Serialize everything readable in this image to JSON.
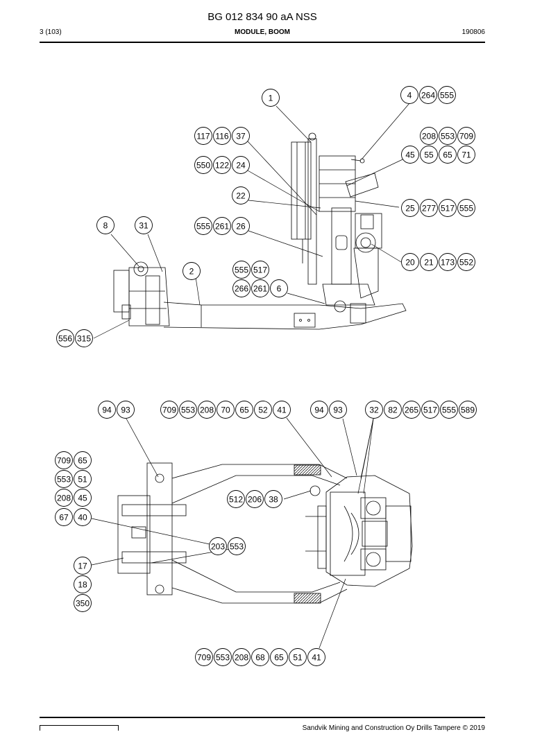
{
  "header": {
    "title": "BG 012 834 90 aA NSS",
    "page": "3 (103)",
    "section": "MODULE, BOOM",
    "date": "190806"
  },
  "footer": {
    "copyright": "Sandvik Mining and Construction Oy Drills Tampere © 2019"
  },
  "callouts": [
    {
      "id": "c1",
      "items": [
        "1"
      ]
    },
    {
      "id": "c2",
      "items": [
        "4",
        "264",
        "555"
      ]
    },
    {
      "id": "c3",
      "items": [
        "117",
        "116",
        "37"
      ]
    },
    {
      "id": "c4",
      "items": [
        "208",
        "553",
        "709"
      ]
    },
    {
      "id": "c5",
      "items": [
        "45",
        "55",
        "65",
        "71"
      ]
    },
    {
      "id": "c6",
      "items": [
        "550",
        "122",
        "24"
      ]
    },
    {
      "id": "c7",
      "items": [
        "22"
      ]
    },
    {
      "id": "c8",
      "items": [
        "25",
        "277",
        "517",
        "555"
      ]
    },
    {
      "id": "c9",
      "items": [
        "8"
      ]
    },
    {
      "id": "c10",
      "items": [
        "31"
      ]
    },
    {
      "id": "c11",
      "items": [
        "555",
        "261",
        "26"
      ]
    },
    {
      "id": "c12",
      "items": [
        "20",
        "21",
        "173",
        "552"
      ]
    },
    {
      "id": "c13",
      "items": [
        "2"
      ]
    },
    {
      "id": "c14",
      "items": [
        "555",
        "517"
      ]
    },
    {
      "id": "c15",
      "items": [
        "266",
        "261",
        "6"
      ]
    },
    {
      "id": "c16",
      "items": [
        "556",
        "315"
      ]
    },
    {
      "id": "c17",
      "items": [
        "94",
        "93"
      ]
    },
    {
      "id": "c18",
      "items": [
        "709",
        "553",
        "208",
        "70",
        "65",
        "52",
        "41"
      ]
    },
    {
      "id": "c19",
      "items": [
        "94",
        "93"
      ]
    },
    {
      "id": "c20",
      "items": [
        "32",
        "82",
        "265",
        "517",
        "555",
        "589"
      ]
    },
    {
      "id": "c21",
      "items": [
        "709",
        "65"
      ]
    },
    {
      "id": "c22",
      "items": [
        "553",
        "51"
      ]
    },
    {
      "id": "c23",
      "items": [
        "208",
        "45"
      ]
    },
    {
      "id": "c24",
      "items": [
        "67",
        "40"
      ]
    },
    {
      "id": "c25",
      "items": [
        "512",
        "206",
        "38"
      ]
    },
    {
      "id": "c26",
      "items": [
        "203",
        "553"
      ]
    },
    {
      "id": "c27",
      "items": [
        "17"
      ]
    },
    {
      "id": "c28",
      "items": [
        "18"
      ]
    },
    {
      "id": "c29",
      "items": [
        "350"
      ]
    },
    {
      "id": "c30",
      "items": [
        "709",
        "553",
        "208",
        "68",
        "65",
        "51",
        "41"
      ]
    }
  ]
}
